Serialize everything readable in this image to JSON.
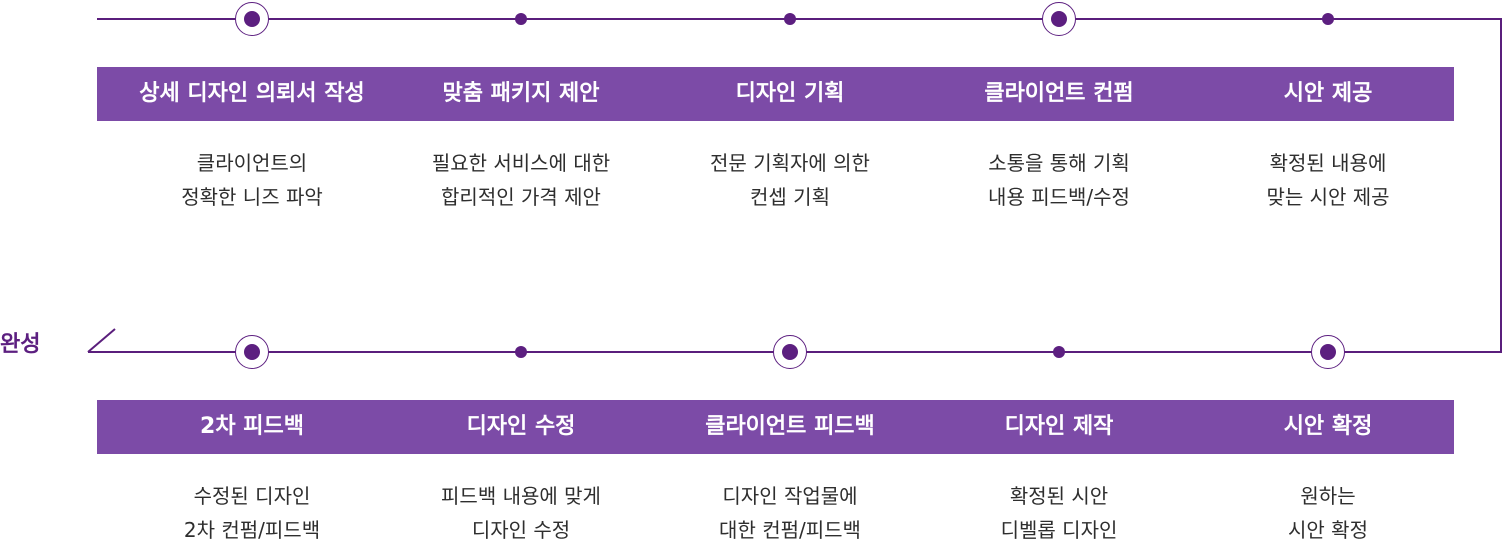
{
  "end_label": "완성",
  "top_row": [
    {
      "title": "상세 디자인 의뢰서 작성",
      "desc": [
        "클라이언트의",
        "정확한 니즈 파악"
      ],
      "marker": "ring"
    },
    {
      "title": "맞춤 패키지 제안",
      "desc": [
        "필요한 서비스에 대한",
        "합리적인 가격 제안"
      ],
      "marker": "dot"
    },
    {
      "title": "디자인 기획",
      "desc": [
        "전문 기획자에 의한",
        "컨셉 기획"
      ],
      "marker": "dot"
    },
    {
      "title": "클라이언트 컨펌",
      "desc": [
        "소통을 통해 기획",
        "내용 피드백/수정"
      ],
      "marker": "ring"
    },
    {
      "title": "시안 제공",
      "desc": [
        "확정된 내용에",
        "맞는 시안 제공"
      ],
      "marker": "dot"
    }
  ],
  "bottom_row": [
    {
      "title": "2차 피드백",
      "desc": [
        "수정된 디자인",
        "2차 컨펌/피드백"
      ],
      "marker": "ring"
    },
    {
      "title": "디자인 수정",
      "desc": [
        "피드백 내용에 맞게",
        "디자인 수정"
      ],
      "marker": "dot"
    },
    {
      "title": "클라이언트 피드백",
      "desc": [
        "디자인 작업물에",
        "대한 컨펌/피드백"
      ],
      "marker": "ring"
    },
    {
      "title": "디자인 제작",
      "desc": [
        "확정된 시안",
        "디벨롭 디자인"
      ],
      "marker": "dot"
    },
    {
      "title": "시안 확정",
      "desc": [
        "원하는",
        "시안 확정"
      ],
      "marker": "ring"
    }
  ],
  "colors": {
    "line": "#5a1e7c",
    "bar": "#7c4ba7",
    "label": "#5c1f80"
  }
}
